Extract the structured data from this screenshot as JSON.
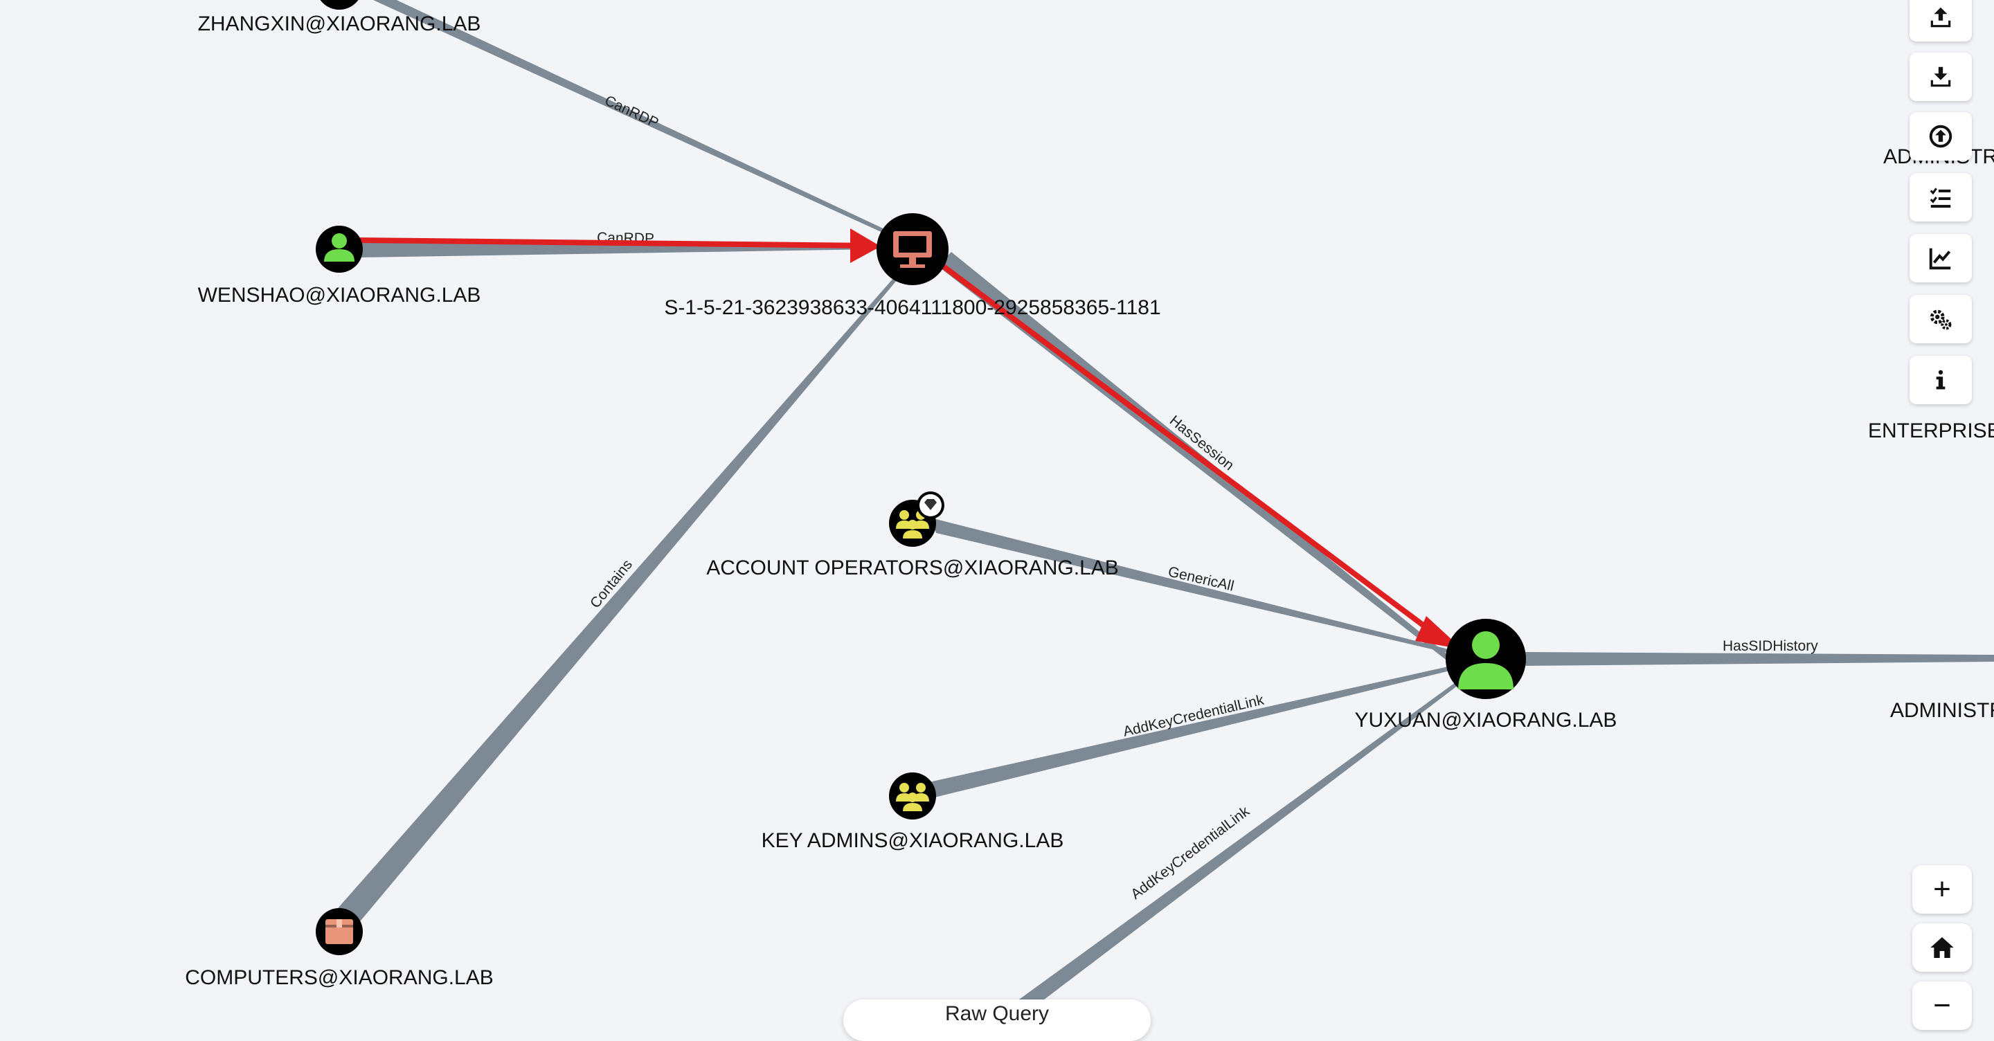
{
  "nodes": {
    "zhangxin": "ZHANGXIN@XIAORANG.LAB",
    "wenshao": "WENSHAO@XIAORANG.LAB",
    "computer_sid": "S-1-5-21-3623938633-4064111800-2925858365-1181",
    "account_operators": "ACCOUNT OPERATORS@XIAORANG.LAB",
    "key_admins": "KEY ADMINS@XIAORANG.LAB",
    "computers": "COMPUTERS@XIAORANG.LAB",
    "yuxuan": "YUXUAN@XIAORANG.LAB",
    "administrator_partial": "ADMINISTR",
    "administrator_top_partial": "ADMINISTR",
    "enterprise_partial": "ENTERPRISE"
  },
  "edges": {
    "zhangxin_canrdp": "CanRDP",
    "wenshao_canrdp": "CanRDP",
    "computer_hassession": "HasSession",
    "computers_contains": "Contains",
    "account_operators_genericall": "GenericAll",
    "key_admins_addkey": "AddKeyCredentialLink",
    "bottom_addkey": "AddKeyCredentialLink",
    "yuxuan_hassidhistory": "HasSIDHistory"
  },
  "toolbar": {
    "upload_icon": "upload-icon",
    "download_icon": "download-icon",
    "import_icon": "import-icon",
    "queries_icon": "checklist-icon",
    "chart_icon": "chart-icon",
    "settings_icon": "gears-icon",
    "info_icon": "info-icon"
  },
  "zoom": {
    "zoom_in": "+",
    "zoom_out": "−"
  },
  "raw_query": {
    "label": "Raw Query"
  },
  "colors": {
    "background": "#f3f4f8",
    "edge": "#7d8a95",
    "highlight_path": "#e02020",
    "user_node": "#6fdc4c",
    "group_node": "#e6e052",
    "computer_node": "#e0806e",
    "ou_node": "#e8957a"
  }
}
